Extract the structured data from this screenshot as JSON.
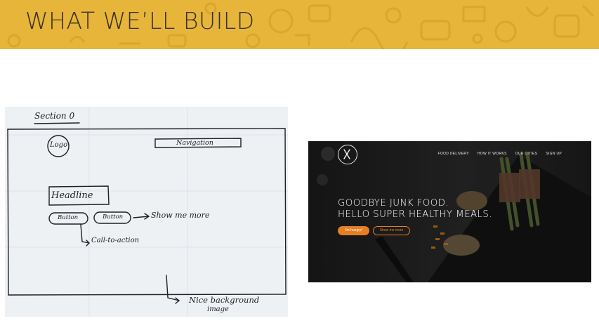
{
  "slide": {
    "title": "WHAT WE’LL BUILD",
    "accent_color": "#e6b53a"
  },
  "sketch": {
    "section_label": "Section 0",
    "logo_label": "Logo",
    "navigation_label": "Navigation",
    "headline_label": "Headline",
    "button_primary_label": "Button",
    "button_secondary_label": "Button",
    "show_me_more_note": "Show me more",
    "cta_note": "Call-to-action",
    "background_note_line1": "Nice background",
    "background_note_line2": "image"
  },
  "site": {
    "logo_icon": "fork-knife-icon",
    "nav": [
      "FOOD DELIVERY",
      "HOW IT WORKS",
      "OUR CITIES",
      "SIGN UP"
    ],
    "headline_line1": "GOODBYE JUNK FOOD.",
    "headline_line2": "HELLO SUPER HEALTHY MEALS.",
    "cta_primary": "I'm hungry!",
    "cta_secondary": "Show me more",
    "accent_color": "#e67e22"
  }
}
